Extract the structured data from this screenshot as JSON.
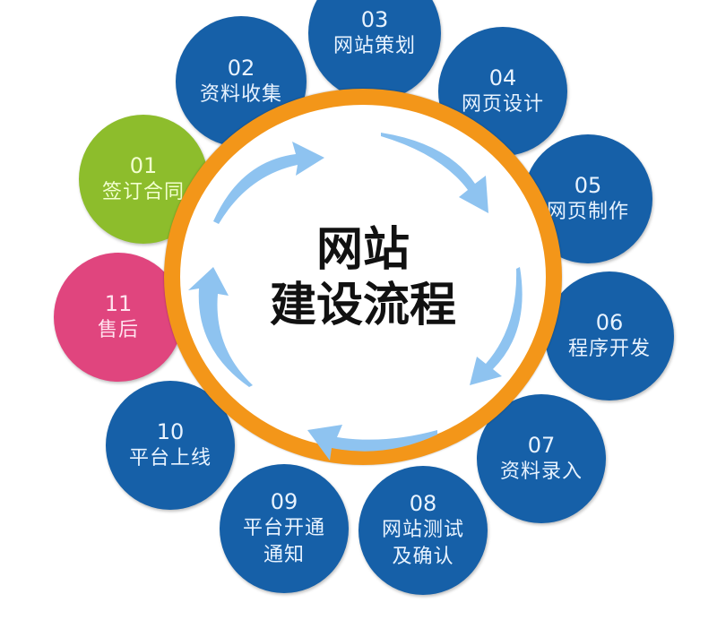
{
  "diagram": {
    "title_line1": "网站",
    "title_line2": "建设流程",
    "colors": {
      "ring": "#f39619",
      "step_blue": "#1660a8",
      "step_green": "#8dbd2c",
      "step_pink": "#e0457e",
      "arrow": "#8ec3f0"
    },
    "steps": [
      {
        "num": "01",
        "label": "签订合同"
      },
      {
        "num": "02",
        "label": "资料收集"
      },
      {
        "num": "03",
        "label": "网站策划"
      },
      {
        "num": "04",
        "label": "网页设计"
      },
      {
        "num": "05",
        "label": "网页制作"
      },
      {
        "num": "06",
        "label": "程序开发"
      },
      {
        "num": "07",
        "label": "资料录入"
      },
      {
        "num": "08",
        "label": "网站测试",
        "label2": "及确认"
      },
      {
        "num": "09",
        "label": "平台开通",
        "label2": "通知"
      },
      {
        "num": "10",
        "label": "平台上线"
      },
      {
        "num": "11",
        "label": "售后"
      }
    ]
  }
}
